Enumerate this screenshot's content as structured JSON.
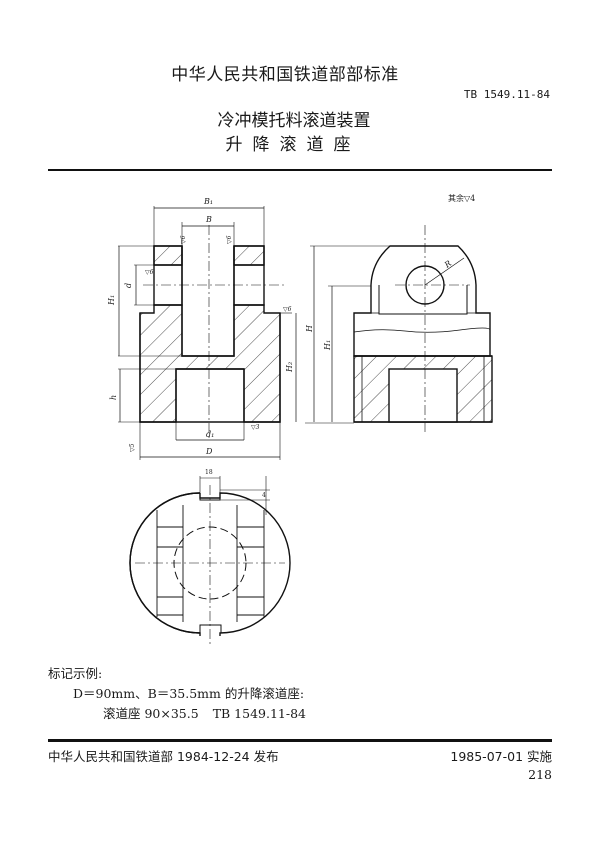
{
  "header": {
    "standard_org": "中华人民共和国铁道部部标准",
    "standard_code": "TB 1549.11-84",
    "title_line1": "冷冲模托料滚道装置",
    "title_line2": "升降滚道座"
  },
  "drawing": {
    "surface_note": "其余▽4",
    "labels": {
      "B1": "B₁",
      "B": "B",
      "d": "d",
      "d1": "d₁",
      "D": "D",
      "H": "H",
      "H1": "H₁",
      "H2": "H₂",
      "h": "h",
      "R": "R",
      "slot_width": "18",
      "slot_depth": "4",
      "roughness_6": "▽6",
      "roughness_5": "▽5",
      "roughness_3": "▽3"
    }
  },
  "marking_example": {
    "heading": "标记示例:",
    "line1": "D＝90mm、B＝35.5mm 的升降滚道座:",
    "line2_name": "滚道座 90×35.5",
    "line2_code": "TB 1549.11-84"
  },
  "footer": {
    "issued": "中华人民共和国铁道部 1984-12-24 发布",
    "effective": "1985-07-01 实施",
    "page_number": "218"
  }
}
